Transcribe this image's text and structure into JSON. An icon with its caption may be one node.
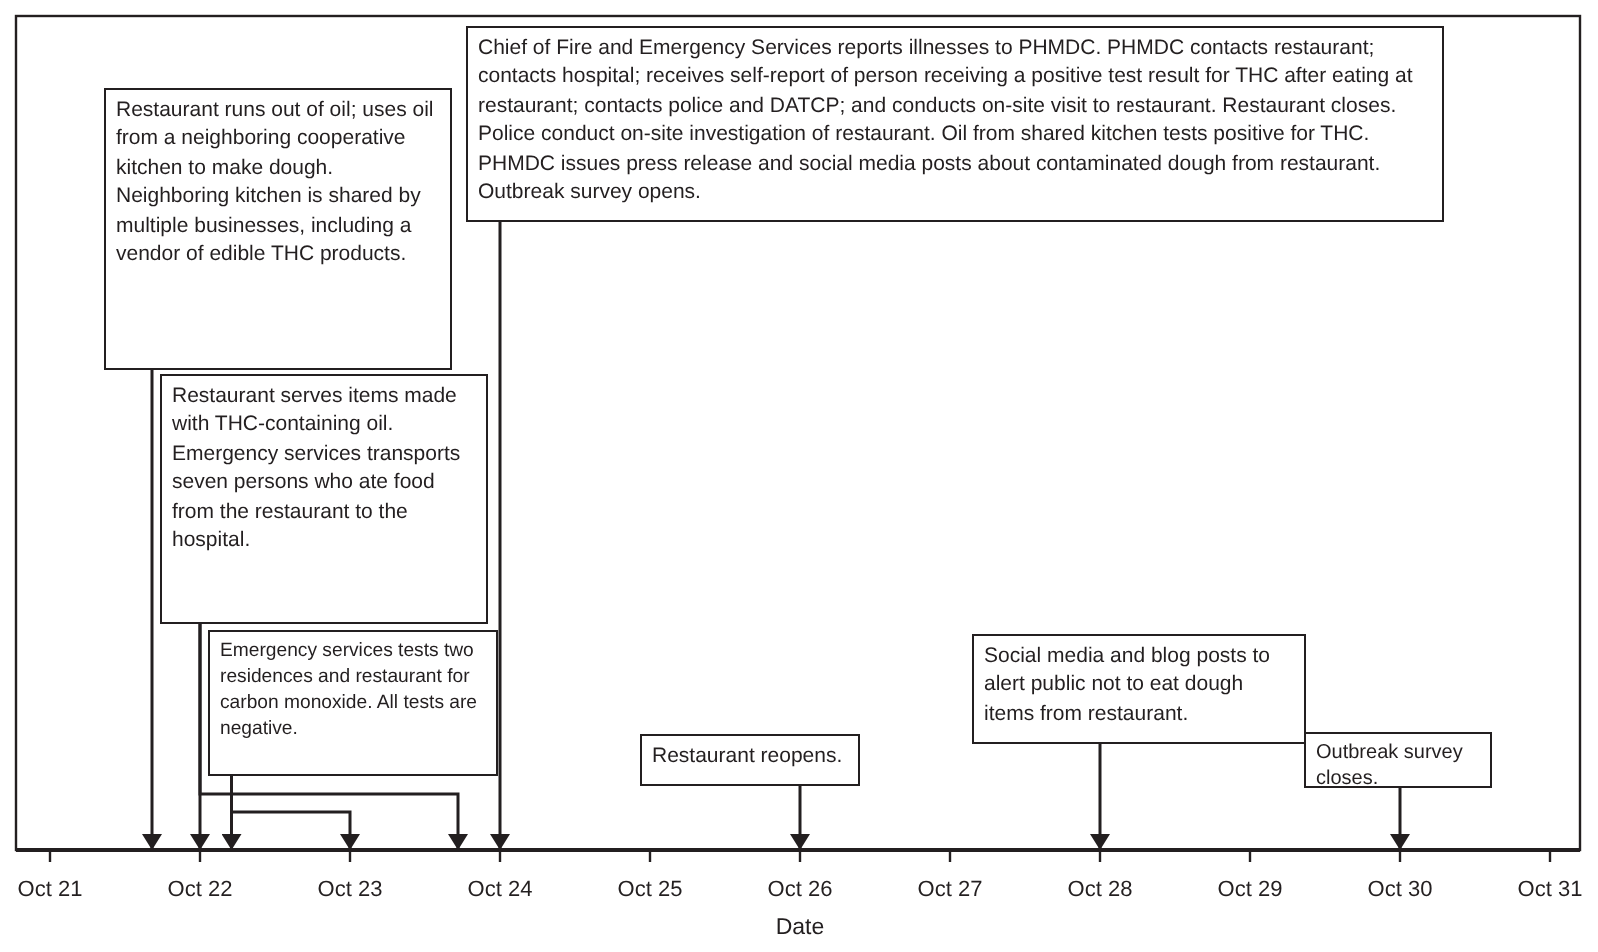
{
  "diagram": {
    "nodes": [
      {
        "text": [
          "Restaurant runs out of oil; uses oil from a neighboring cooperative kitchen to make dough. Neighboring kitchen is shared by multiple businesses, including a vendor of edible THC products."
        ]
      },
      {
        "text": [
          "Restaurant serves items made with THC-containing oil. Emergency services transports seven persons who ate food from the restaurant to the hospital."
        ]
      },
      {
        "text": [
          "Emergency services tests two residences and restaurant for carbon monoxide. All tests are negative."
        ]
      },
      {
        "text": [
          "Chief of Fire and Emergency Services reports illnesses to PHMDC. PHMDC contacts restaurant; contacts hospital; receives self-report of person receiving a positive test result for THC after eating at restaurant; contacts police and DATCP; and conducts on-site visit to restaurant. Restaurant closes. Police conduct on-site investigation of restaurant. Oil from shared kitchen tests positive for THC. PHMDC issues press release and social media posts about contaminated dough from restaurant. Outbreak survey opens."
        ]
      },
      {
        "text": [
          "Restaurant reopens."
        ]
      },
      {
        "text": [
          "Social media and blog posts to alert public not to eat dough items from restaurant."
        ]
      },
      {
        "text": [
          "Outbreak survey closes."
        ]
      },
      {
        "text": [],
        "shape": "bar"
      }
    ],
    "edges": [
      {
        "from": 0,
        "to": 7,
        "arrow": "to"
      },
      {
        "from": 1,
        "to": 7,
        "arrow": "to"
      },
      {
        "from": 1,
        "to": 7,
        "arrow": "to"
      },
      {
        "from": 2,
        "to": 7,
        "arrow": "to"
      },
      {
        "from": 2,
        "to": 7,
        "arrow": "to"
      },
      {
        "from": 3,
        "to": 7,
        "arrow": "to"
      },
      {
        "from": 4,
        "to": 7,
        "arrow": "to"
      },
      {
        "from": 5,
        "to": 7,
        "arrow": "to"
      },
      {
        "from": 6,
        "to": 7,
        "arrow": "to"
      }
    ],
    "labels": [
      "Oct 21",
      "Oct 22",
      "Oct 23",
      "Oct 24",
      "Oct 25",
      "Oct 26",
      "Oct 27",
      "Oct 28",
      "Oct 29",
      "Oct 30",
      "Oct 31",
      "Date"
    ]
  }
}
